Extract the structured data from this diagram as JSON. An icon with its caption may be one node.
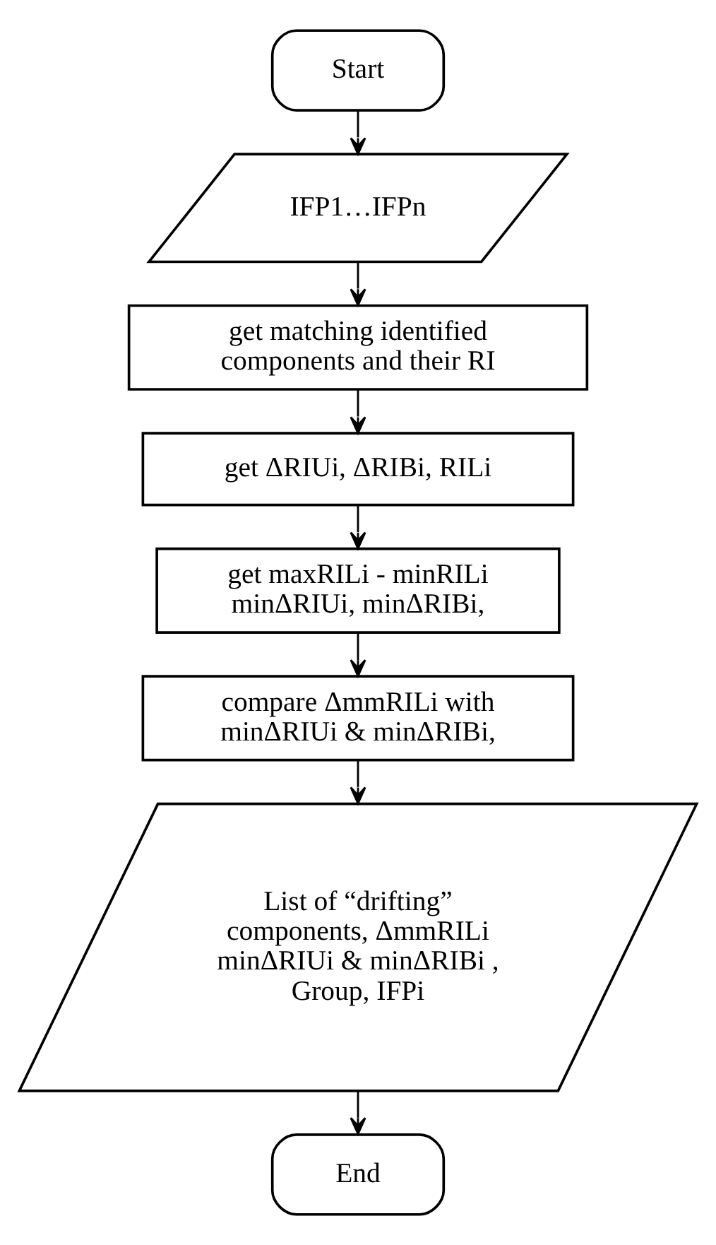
{
  "diagram": {
    "nodes": [
      {
        "text": [
          "Start"
        ]
      },
      {
        "text": [
          "IFP1…IFPn"
        ]
      },
      {
        "text": [
          "get matching identified components and their RI"
        ]
      },
      {
        "text": [
          "get ΔRIUi, ΔRIBi, RILi"
        ]
      },
      {
        "text": [
          "get maxRILi - minRILi minΔRIUi, minΔRIBi,"
        ]
      },
      {
        "text": [
          "compare ΔmmRILi with minΔRIUi & minΔRIBi,"
        ]
      },
      {
        "text": [
          "List of “drifting” components, ΔmmRILi minΔRIUi & minΔRIBi , Group, IFPi"
        ]
      },
      {
        "text": [
          "End"
        ]
      }
    ],
    "edges": [
      {
        "from": 0,
        "to": 1,
        "arrow": "to"
      },
      {
        "from": 1,
        "to": 2,
        "arrow": "to"
      },
      {
        "from": 2,
        "to": 3,
        "arrow": "to"
      },
      {
        "from": 3,
        "to": 4,
        "arrow": "to"
      },
      {
        "from": 4,
        "to": 5,
        "arrow": "to"
      },
      {
        "from": 5,
        "to": 6,
        "arrow": "to"
      },
      {
        "from": 6,
        "to": 7,
        "arrow": "to"
      }
    ]
  }
}
